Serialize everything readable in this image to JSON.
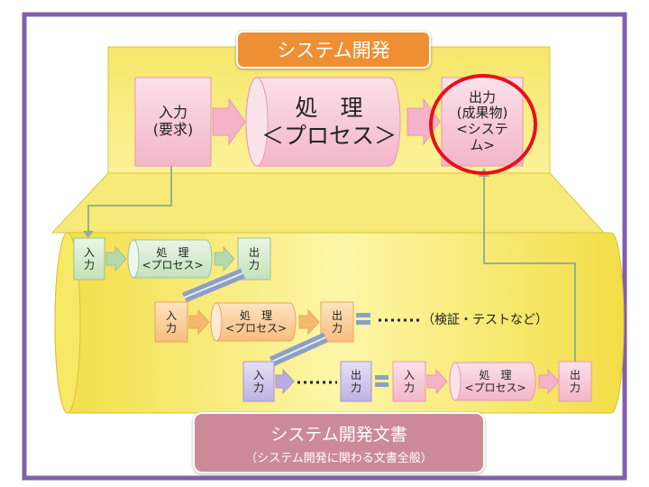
{
  "title": "システム開発",
  "top_row": {
    "input": "入力\n(要求)",
    "process": "処　理\n＜プロセス＞",
    "output": "出力\n(成果物)\n<システ\nム>"
  },
  "stage1": {
    "input": "入\n力",
    "process": "処　理\n<プロセス>",
    "output": "出\n力"
  },
  "stage2": {
    "input": "入\n力",
    "process": "処　理\n<プロセス>",
    "output": "出\n力",
    "continuation_note": "（検証・テストなど）"
  },
  "stage3": {
    "input": "入\n力",
    "output": "出\n力",
    "input2": "入\n力",
    "process": "処　理\n<プロセス>",
    "output2": "出\n力"
  },
  "document_box": {
    "title": "システム開発文書",
    "subtitle": "（システム開発に関わる文書全般）"
  },
  "colors": {
    "frame": "#8060a8",
    "yellow": "#f5e45a",
    "pink": "#f6c3d3",
    "green": "#cde8c6",
    "orange": "#f9c989",
    "purple": "#c9bce6",
    "highlight": "#e8101a",
    "title_bg": "#ef8f33",
    "document_bg": "#cc8a98"
  }
}
